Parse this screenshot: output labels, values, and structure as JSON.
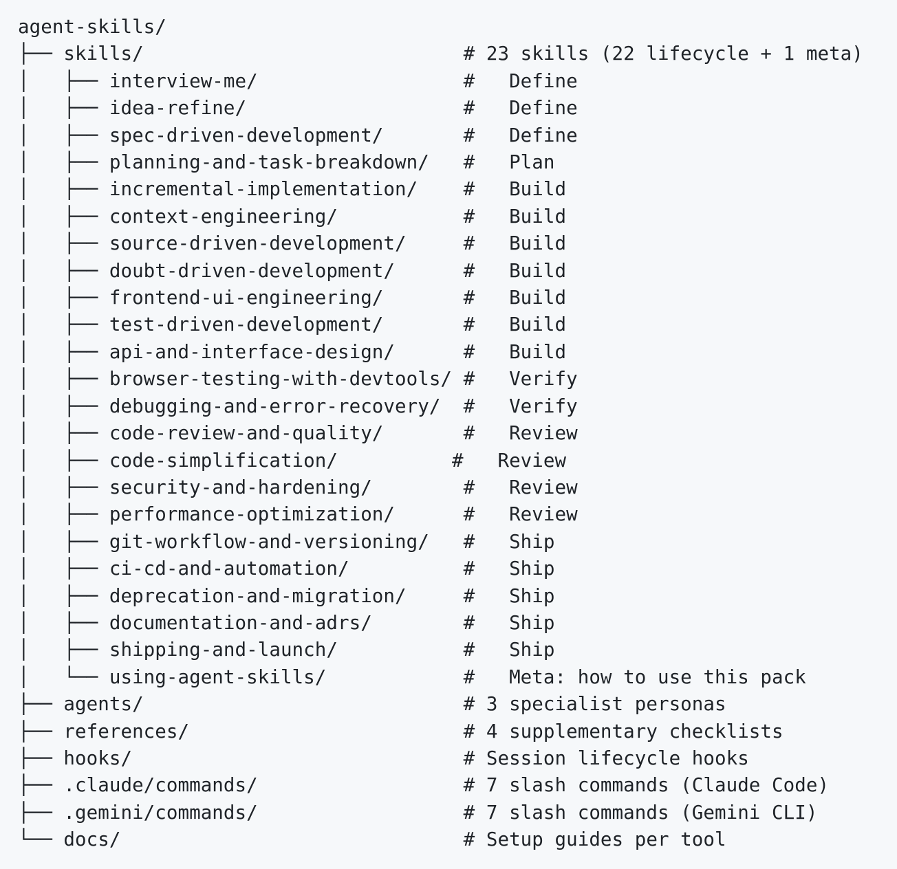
{
  "tree": {
    "lines": [
      "agent-skills/",
      "├── skills/                            # 23 skills (22 lifecycle + 1 meta)",
      "│   ├── interview-me/                  #   Define",
      "│   ├── idea-refine/                   #   Define",
      "│   ├── spec-driven-development/       #   Define",
      "│   ├── planning-and-task-breakdown/   #   Plan",
      "│   ├── incremental-implementation/    #   Build",
      "│   ├── context-engineering/           #   Build",
      "│   ├── source-driven-development/     #   Build",
      "│   ├── doubt-driven-development/      #   Build",
      "│   ├── frontend-ui-engineering/       #   Build",
      "│   ├── test-driven-development/       #   Build",
      "│   ├── api-and-interface-design/      #   Build",
      "│   ├── browser-testing-with-devtools/ #   Verify",
      "│   ├── debugging-and-error-recovery/  #   Verify",
      "│   ├── code-review-and-quality/       #   Review",
      "│   ├── code-simplification/          #   Review",
      "│   ├── security-and-hardening/        #   Review",
      "│   ├── performance-optimization/      #   Review",
      "│   ├── git-workflow-and-versioning/   #   Ship",
      "│   ├── ci-cd-and-automation/          #   Ship",
      "│   ├── deprecation-and-migration/     #   Ship",
      "│   ├── documentation-and-adrs/        #   Ship",
      "│   ├── shipping-and-launch/           #   Ship",
      "│   └── using-agent-skills/            #   Meta: how to use this pack",
      "├── agents/                            # 3 specialist personas",
      "├── references/                        # 4 supplementary checklists",
      "├── hooks/                             # Session lifecycle hooks",
      "├── .claude/commands/                  # 7 slash commands (Claude Code)",
      "├── .gemini/commands/                  # 7 slash commands (Gemini CLI)",
      "└── docs/                              # Setup guides per tool"
    ]
  }
}
